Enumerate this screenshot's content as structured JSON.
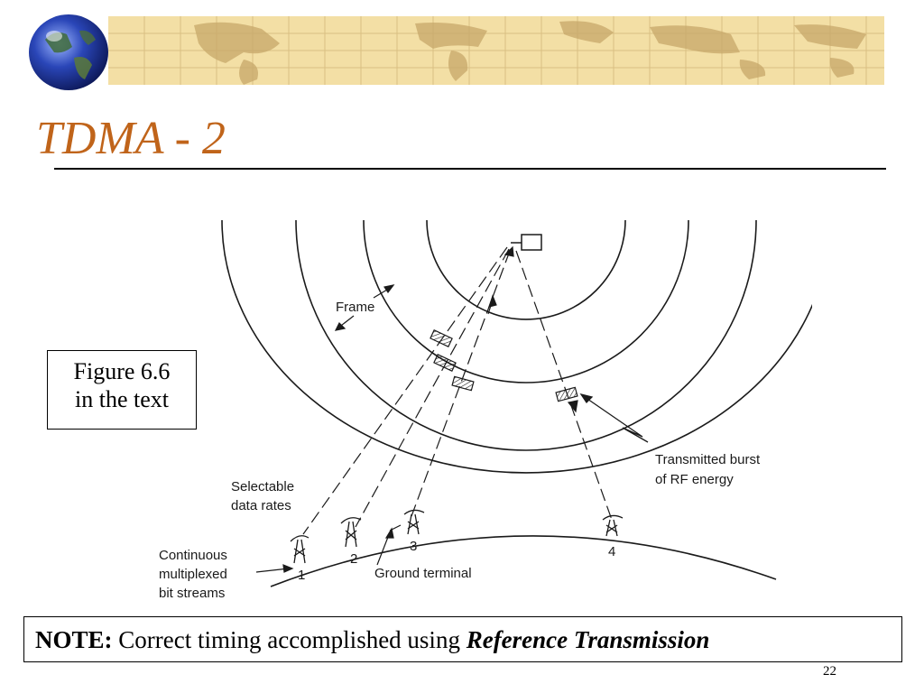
{
  "slide": {
    "title": "TDMA - 2",
    "figure_note": {
      "line1": "Figure 6.6",
      "line2": "in the text"
    },
    "note": {
      "label": "NOTE:",
      "text": " Correct timing accomplished using ",
      "emphasis": "Reference Transmission"
    },
    "page_number": "22"
  },
  "diagram": {
    "frame_label": "Frame",
    "burst_label_line1": "Transmitted burst",
    "burst_label_line2": "of RF energy",
    "rates_label_line1": "Selectable",
    "rates_label_line2": "data rates",
    "streams_label_line1": "Continuous",
    "streams_label_line2": "multiplexed",
    "streams_label_line3": "bit streams",
    "ground_label": "Ground terminal",
    "terminals": [
      "1",
      "2",
      "3",
      "4"
    ]
  },
  "colors": {
    "title": "#c0641a",
    "banner": "#f3dfa5",
    "map": "#c7a86a"
  },
  "icons": {
    "globe": "globe-icon",
    "satellite": "satellite-icon",
    "dish": "dish-antenna-icon"
  }
}
